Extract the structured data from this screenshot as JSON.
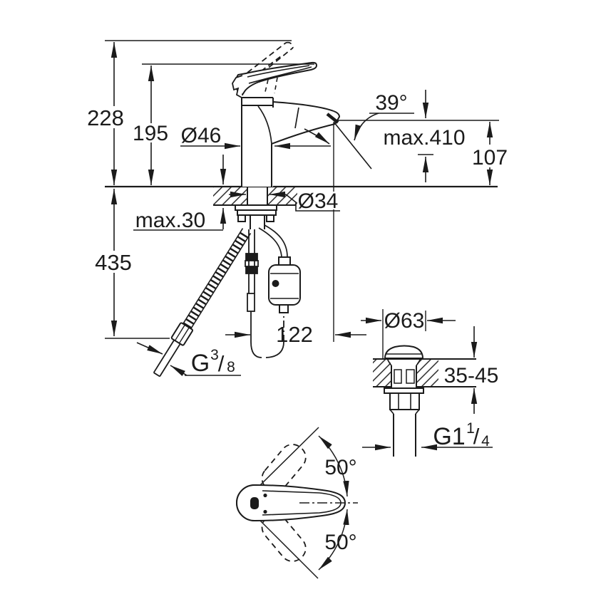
{
  "drawing": {
    "type": "faucet-installation-dimension-drawing",
    "line_color": "#1b1b1b",
    "background": "#ffffff",
    "labels": {
      "overall_height": "228",
      "body_height": "195",
      "base_diameter": "Ø46",
      "spray_angle": "39°",
      "max_depth": "max.410",
      "spout_height": "107",
      "deck_max_thickness": "max.30",
      "shank_diameter": "Ø34",
      "hose_length": "435",
      "rod_offset": "122",
      "drain_cap_diameter": "Ø63",
      "drain_deck_range": "35-45",
      "swivel_up": "50°",
      "swivel_down": "50°",
      "hose_thread": {
        "main": "G",
        "num": "3",
        "slash": "/",
        "den": "8"
      },
      "drain_thread": {
        "main": "G1",
        "num": "1",
        "slash": "/",
        "den": "4"
      }
    }
  }
}
